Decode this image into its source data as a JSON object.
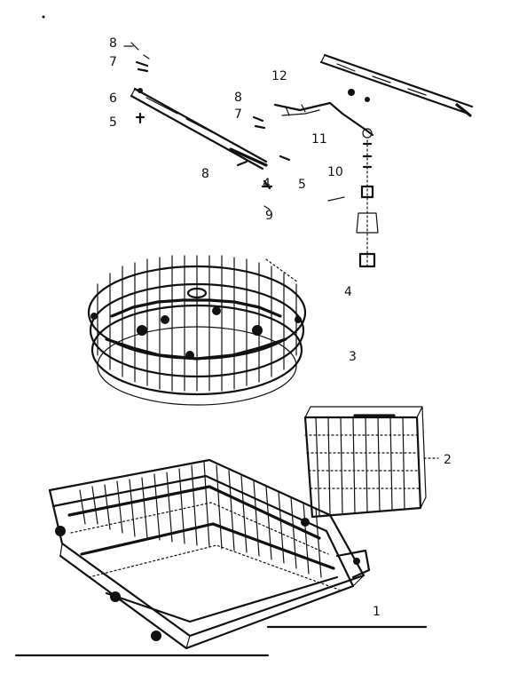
{
  "callouts": [
    {
      "id": "c1",
      "text": "8"
    },
    {
      "id": "c2",
      "text": "7"
    },
    {
      "id": "c3",
      "text": "6"
    },
    {
      "id": "c4",
      "text": "5"
    },
    {
      "id": "c5",
      "text": "8"
    },
    {
      "id": "c6",
      "text": "7"
    },
    {
      "id": "c7",
      "text": "12"
    },
    {
      "id": "c8",
      "text": "11"
    },
    {
      "id": "c9",
      "text": "8"
    },
    {
      "id": "c10",
      "text": "4"
    },
    {
      "id": "c11",
      "text": "5"
    },
    {
      "id": "c12",
      "text": "10"
    },
    {
      "id": "c13",
      "text": "9"
    },
    {
      "id": "c14",
      "text": "4"
    },
    {
      "id": "c15",
      "text": "3"
    },
    {
      "id": "c16",
      "text": "2"
    },
    {
      "id": "c17",
      "text": "1"
    }
  ]
}
